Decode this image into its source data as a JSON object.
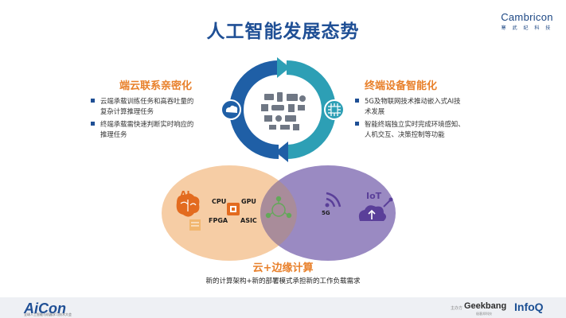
{
  "slide": {
    "title": "人工智能发展态势"
  },
  "brand": {
    "name": "Cambricon",
    "sub": "寒 武 纪 科 技"
  },
  "left_section": {
    "title": "端云联系亲密化",
    "bullets": [
      [
        "云端承载训练任务和高吞吐量的",
        "复杂计算推理任务"
      ],
      [
        "终端承载需快速判断实时响应的",
        "推理任务"
      ]
    ]
  },
  "right_section": {
    "title": "终端设备智能化",
    "bullets": [
      [
        "5G及物联网技术推动嵌入式AI技",
        "术发展"
      ],
      [
        "智能终端独立实时完成环境感知、",
        "人机交互、决策控制等功能"
      ]
    ]
  },
  "venn": {
    "ai_label": "AI",
    "iot_label": "IoT",
    "chips": [
      "CPU",
      "GPU",
      "FPGA",
      "ASIC"
    ],
    "fiveg": "5G",
    "title": "云+边缘计算",
    "description": "新的计算架构+新的部署模式承担新的工作负载需求"
  },
  "footer": {
    "logo": "AiCon",
    "logo_sub": "全球人工智能与机器学习技术大会",
    "sponsor_caption": "主办方",
    "geekbang": "Geekbang",
    "geekbang_sub": "极客邦科技",
    "infoq": "InfoQ"
  },
  "colors": {
    "title_blue": "#1f4f95",
    "accent_orange": "#e8802b",
    "ring_blue": "#1f5fa6",
    "ring_teal": "#2d9fb5",
    "venn_orange": "#f6caa0",
    "venn_purple": "#8f7dbb"
  },
  "icons": {
    "left_node": "cloud-gear-icon",
    "right_node": "cpu-chip-icon",
    "ai_brain": "brain-icon",
    "ai_chip": "chip-icon",
    "intersection": "edge-network-icon",
    "iot": "cloud-upload-icon",
    "signal": "wifi-signal-icon"
  }
}
